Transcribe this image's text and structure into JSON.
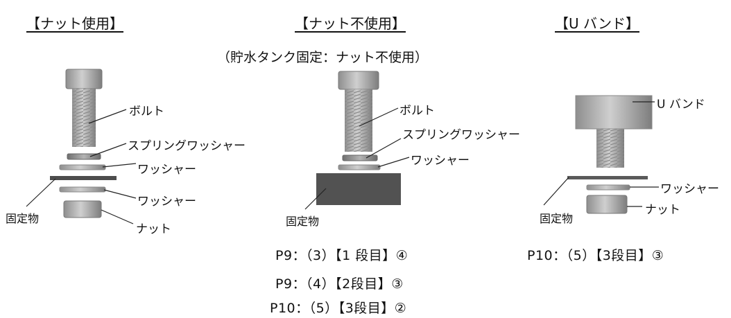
{
  "sections": [
    {
      "title": "【ナット使用】",
      "labels": {
        "bolt": "ボルト",
        "spring_washer": "スプリングワッシャー",
        "washer_top": "ワッシャー",
        "washer_bottom": "ワッシャー",
        "fixed_object": "固定物",
        "nut": "ナット"
      }
    },
    {
      "title": "【ナット不使用】",
      "subtitle": "（貯水タンク固定：ナット不使用）",
      "labels": {
        "bolt": "ボルト",
        "spring_washer": "スプリングワッシャー",
        "washer": "ワッシャー",
        "fixed_object": "固定物"
      },
      "references": [
        "P9：（3）【1 段目】④",
        "P9：（4）【2段目】③",
        "P10：（5）【3段目】②"
      ]
    },
    {
      "title": "【U バンド】",
      "labels": {
        "u_band": "U バンド",
        "washer": "ワッシャー",
        "fixed_object": "固定物",
        "nut": "ナット"
      },
      "references": [
        "P10：（5）【3段目】③"
      ]
    }
  ]
}
